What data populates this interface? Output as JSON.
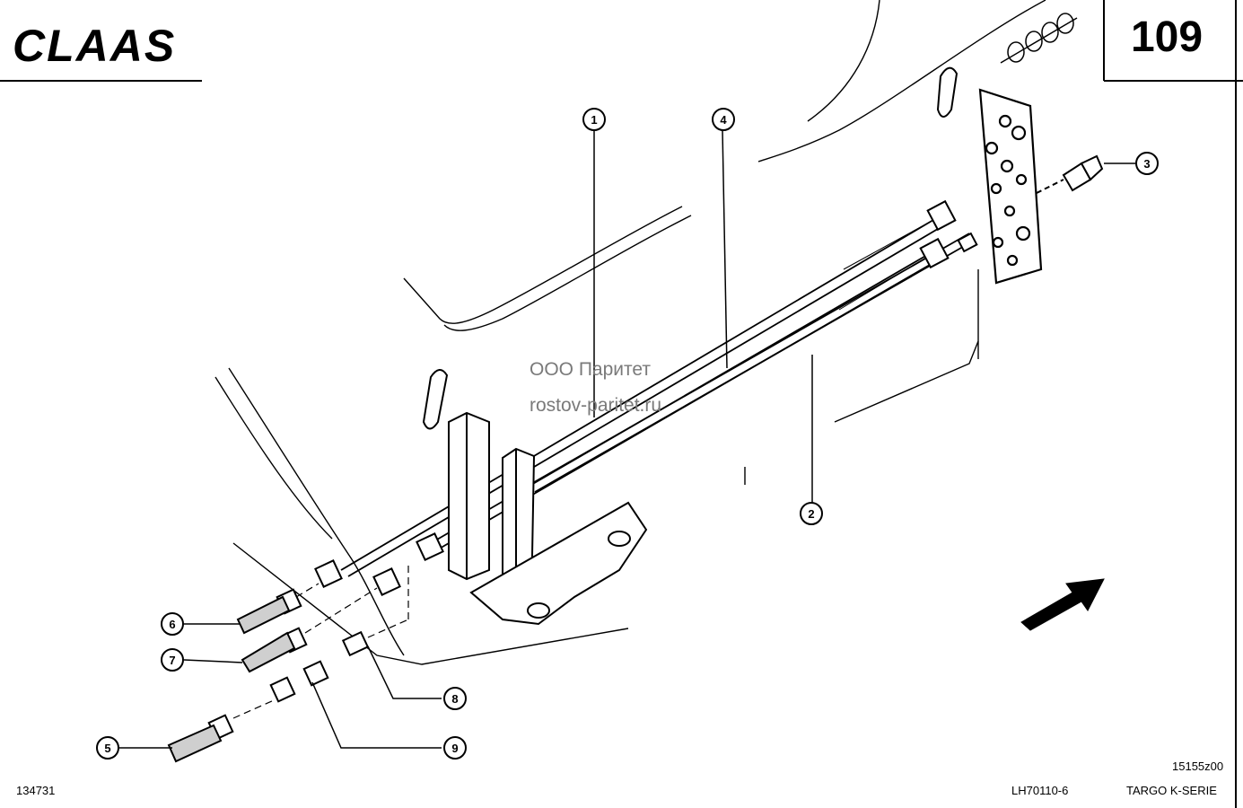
{
  "header": {
    "brand": "CLAAS",
    "page_number": "109"
  },
  "watermark": {
    "line1": "ООО Паритет",
    "line2": "rostov-paritet.ru"
  },
  "callouts": [
    "1",
    "2",
    "3",
    "4",
    "5",
    "6",
    "7",
    "8",
    "9"
  ],
  "footer": {
    "left_code": "134731",
    "mid_code": "LH70110-6",
    "model": "TARGO K-SERIE",
    "drawing_code": "15155z00"
  }
}
